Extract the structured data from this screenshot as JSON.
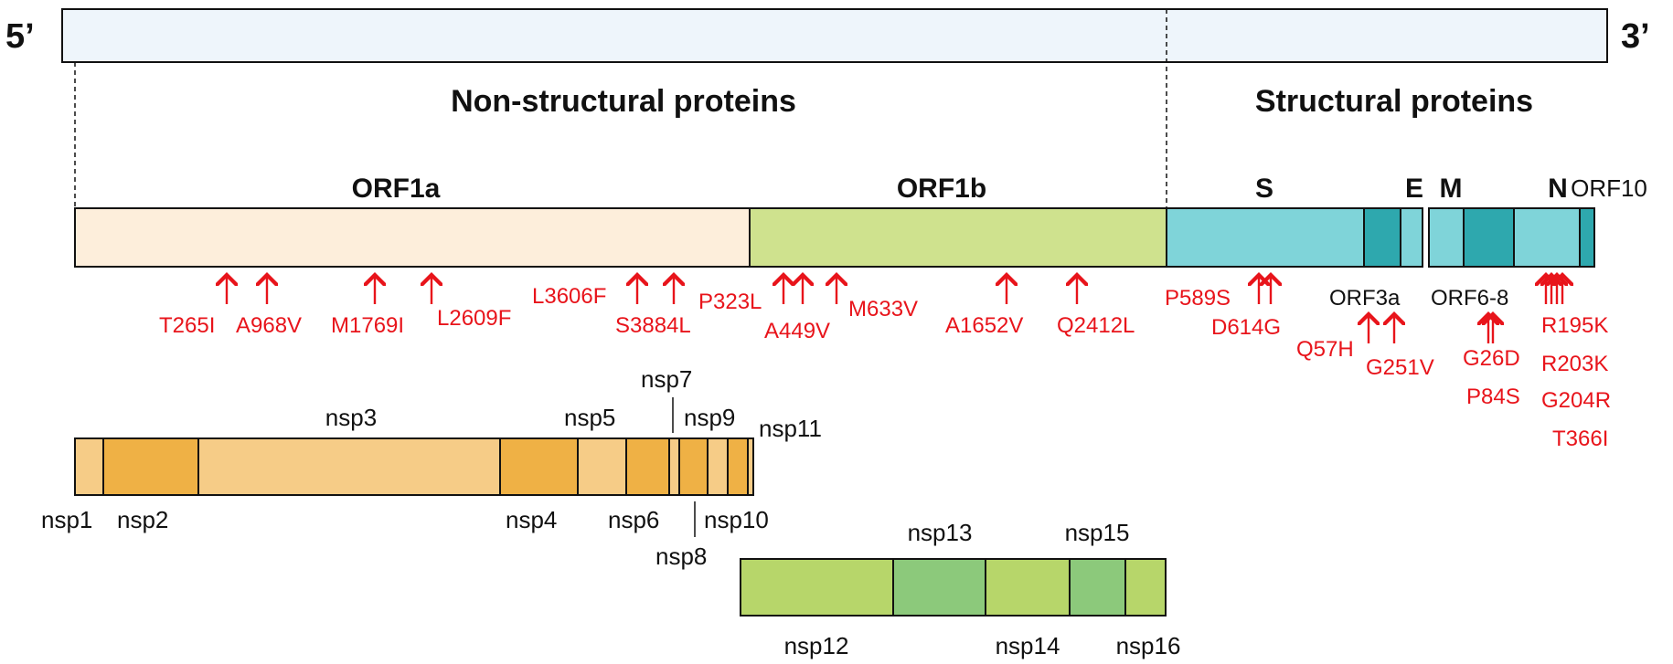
{
  "genome": {
    "five_prime": "5’",
    "three_prime": "3’"
  },
  "regions": {
    "nonstructural": "Non-structural proteins",
    "structural": "Structural proteins"
  },
  "orf_labels": {
    "orf1a": "ORF1a",
    "orf1b": "ORF1b",
    "s": "S",
    "e": "E",
    "m": "M",
    "n": "N",
    "orf10": "ORF10",
    "orf3a": "ORF3a",
    "orf6_8": "ORF6-8"
  },
  "mutations": {
    "orf1a": [
      "T265I",
      "A968V",
      "M1769I",
      "L2609F",
      "L3606F",
      "S3884L"
    ],
    "orf1b": [
      "P323L",
      "A449V",
      "M633V",
      "A1652V",
      "Q2412L"
    ],
    "spike": [
      "P589S",
      "D614G"
    ],
    "orf3a": [
      "Q57H",
      "G251V"
    ],
    "orf6_8": [
      "G26D",
      "P84S"
    ],
    "n": [
      "R195K",
      "R203K",
      "G204R",
      "T366I"
    ]
  },
  "nsp_orf1a": {
    "nsp1": "nsp1",
    "nsp2": "nsp2",
    "nsp3": "nsp3",
    "nsp4": "nsp4",
    "nsp5": "nsp5",
    "nsp6": "nsp6",
    "nsp7": "nsp7",
    "nsp8": "nsp8",
    "nsp9": "nsp9",
    "nsp10": "nsp10",
    "nsp11": "nsp11"
  },
  "nsp_orf1b": {
    "nsp12": "nsp12",
    "nsp13": "nsp13",
    "nsp14": "nsp14",
    "nsp15": "nsp15",
    "nsp16": "nsp16"
  },
  "colors": {
    "genome_fill": "#eef5fb",
    "orf1a_fill": "#fdeedb",
    "orf1b_fill": "#cfe28e",
    "structural_fill": "#7fd4d9",
    "structural_dark": "#2ea8ae",
    "nsp_light": "#f6cc87",
    "nsp_dark": "#efb145",
    "nsp_green": "#b7d66a",
    "nsp_green_dark": "#8cc97b",
    "mutation": "#e8141b"
  }
}
